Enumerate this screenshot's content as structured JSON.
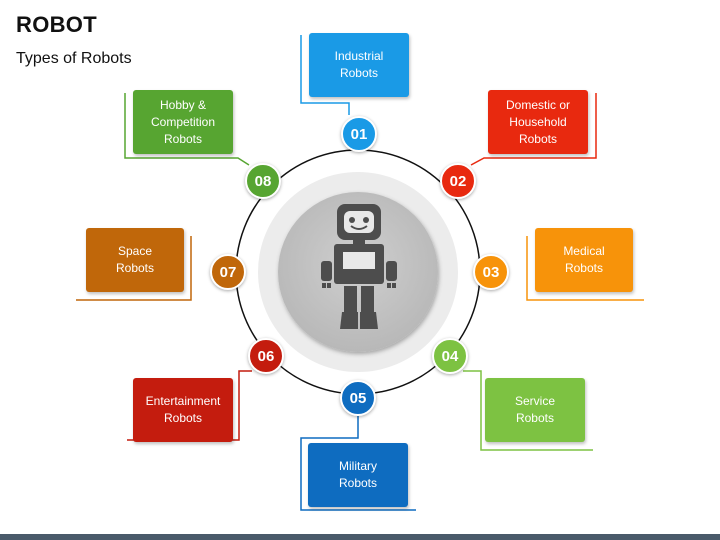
{
  "title": "ROBOT",
  "subtitle": "Types of Robots",
  "items": [
    {
      "number": "01",
      "label": "Industrial\nRobots",
      "color": "#1a9ae6"
    },
    {
      "number": "02",
      "label": "Domestic or\nHousehold\nRobots",
      "color": "#e8290f"
    },
    {
      "number": "03",
      "label": "Medical\nRobots",
      "color": "#f7930a"
    },
    {
      "number": "04",
      "label": "Service\nRobots",
      "color": "#7dc242"
    },
    {
      "number": "05",
      "label": "Military\nRobots",
      "color": "#0e6cc0"
    },
    {
      "number": "06",
      "label": "Entertainment\nRobots",
      "color": "#c41c0e"
    },
    {
      "number": "07",
      "label": "Space\nRobots",
      "color": "#c0670a"
    },
    {
      "number": "08",
      "label": "Hobby &\nCompetition\nRobots",
      "color": "#57a531"
    }
  ],
  "center_icon": "robot-icon"
}
